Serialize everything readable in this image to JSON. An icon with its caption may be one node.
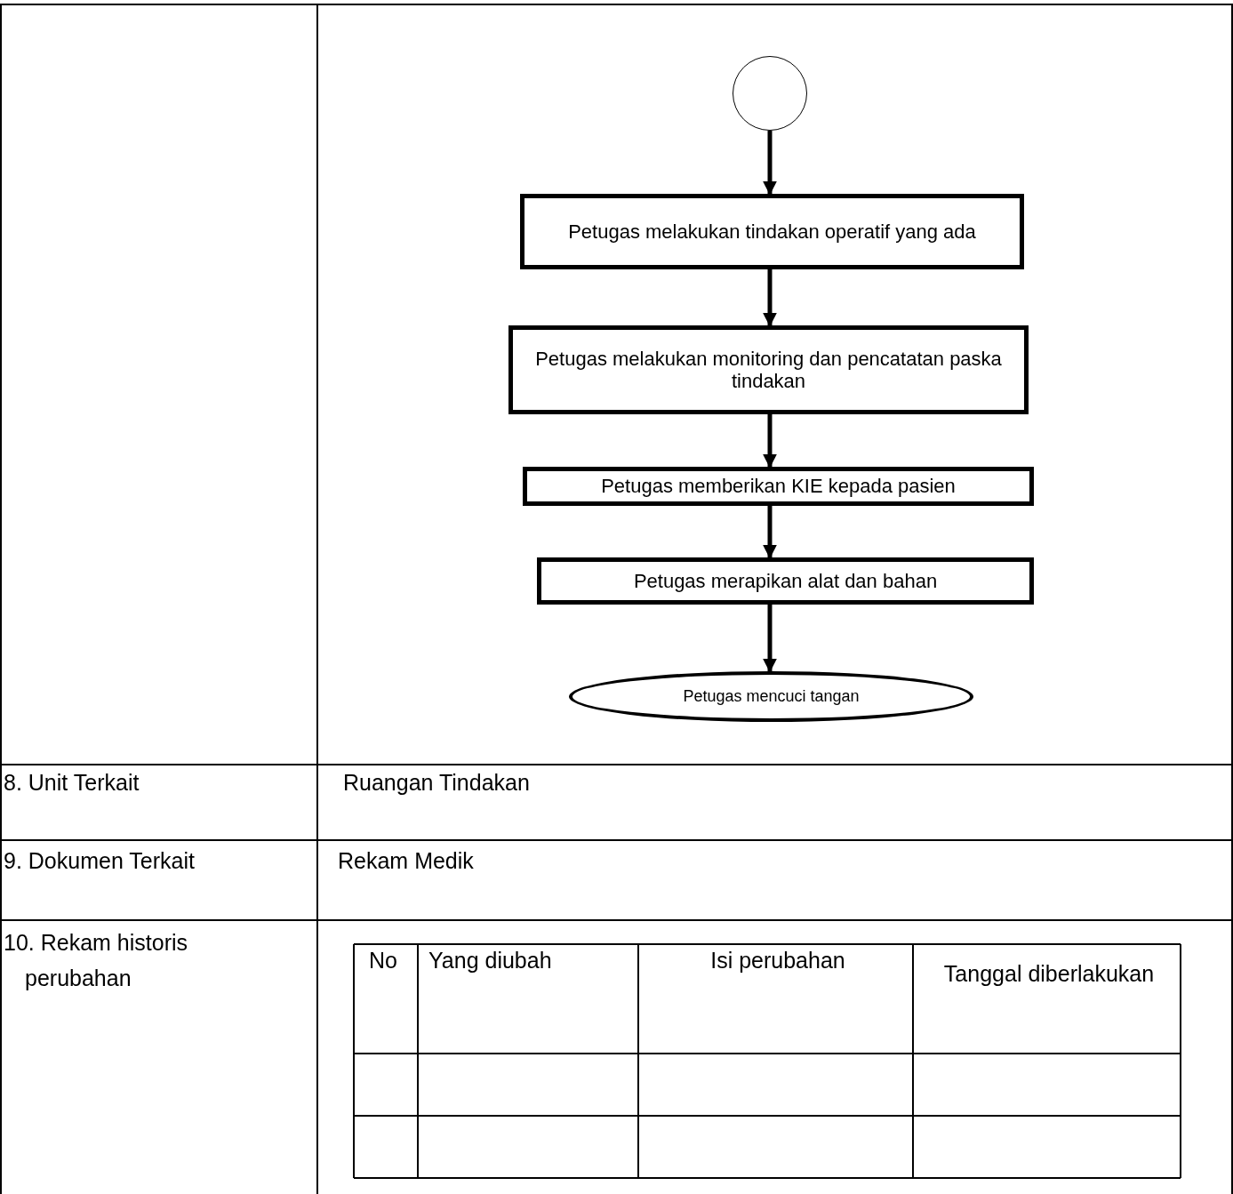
{
  "diagram": {
    "nodes": [
      {
        "text": [],
        "shape": "circle"
      },
      {
        "text": [
          "Petugas melakukan tindakan operatif yang ada"
        ]
      },
      {
        "text": [
          "Petugas melakukan monitoring dan pencatatan paska tindakan"
        ]
      },
      {
        "text": [
          "Petugas memberikan KIE kepada pasien"
        ]
      },
      {
        "text": [
          "Petugas merapikan alat dan bahan"
        ]
      },
      {
        "text": [
          "Petugas mencuci tangan"
        ]
      }
    ],
    "edges": [
      {
        "from": 0,
        "to": 1,
        "arrow": "to"
      },
      {
        "from": 1,
        "to": 2,
        "arrow": "to"
      },
      {
        "from": 2,
        "to": 3,
        "arrow": "to"
      },
      {
        "from": 3,
        "to": 4,
        "arrow": "to"
      },
      {
        "from": 4,
        "to": 5,
        "arrow": "to"
      }
    ],
    "labels": [
      "8. Unit Terkait",
      "Ruangan Tindakan",
      "9. Dokumen Terkait",
      "Rekam Medik",
      "10. Rekam historis perubahan",
      "No",
      "Yang diubah",
      "Isi perubahan",
      "Tanggal diberlakukan"
    ]
  }
}
